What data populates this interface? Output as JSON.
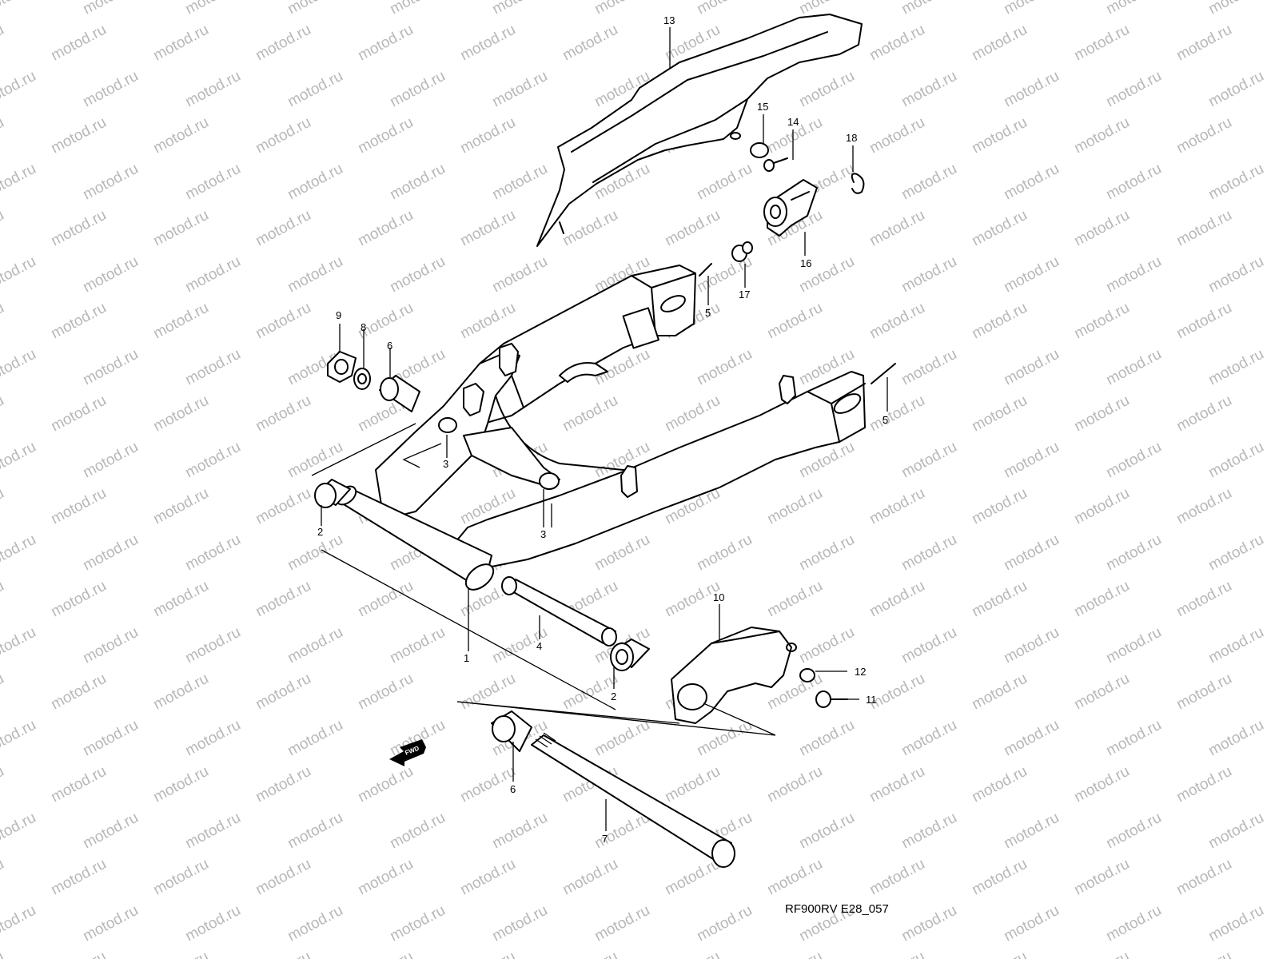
{
  "watermark": "motod.ru",
  "diagram_code": "RF900RV E28_057",
  "fwd_label": "FWD",
  "part_labels": {
    "p1": "1",
    "p2a": "2",
    "p2b": "2",
    "p3a": "3",
    "p3b": "3",
    "p4": "4",
    "p5a": "5",
    "p5b": "5",
    "p6a": "6",
    "p6b": "6",
    "p7": "7",
    "p8": "8",
    "p9": "9",
    "p10": "10",
    "p11": "11",
    "p12": "12",
    "p13": "13",
    "p14": "14",
    "p15": "15",
    "p16": "16",
    "p17": "17",
    "p18": "18"
  }
}
